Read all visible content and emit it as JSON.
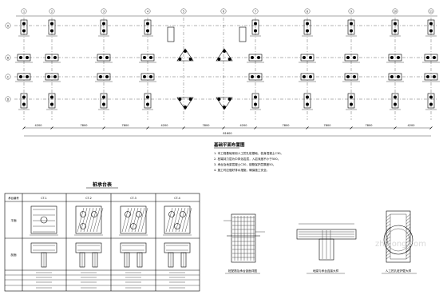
{
  "plan": {
    "axis_labels_top": [
      "1",
      "2",
      "3",
      "4",
      "5",
      "6",
      "7",
      "8",
      "9",
      "10",
      "11"
    ],
    "axis_labels_left": [
      "A",
      "B",
      "C",
      "D"
    ],
    "dimensions": [
      "4200",
      "7800",
      "7800",
      "4200",
      "7800",
      "4200",
      "7800",
      "7800",
      "7800",
      "4200"
    ],
    "total_dimension": "81600"
  },
  "notes": {
    "title": "基础平面布置图",
    "lines": [
      "1. 本工程基础采用人工挖孔桩基础，桩身混凝土C30。",
      "2. 桩端持力层为中风化岩层，入岩深度不小于500。",
      "3. 承台及地梁混凝土C30，钢筋保护层厚度50。",
      "4. 施工时应做好排水措施，确保施工安全。"
    ]
  },
  "table": {
    "title": "桩承台表",
    "headers": [
      "承台编号",
      "CT-1",
      "CT-2",
      "CT-3",
      "CT-4"
    ],
    "row_labels": [
      "平面",
      "剖面"
    ]
  },
  "details": {
    "pile_section_caption": "桩配筋及承台剖面详图",
    "cap_joint_caption": "地梁与承台连接大样",
    "pile_wall_caption": "人工挖孔桩护壁大样"
  },
  "watermark": "zhulong.com"
}
